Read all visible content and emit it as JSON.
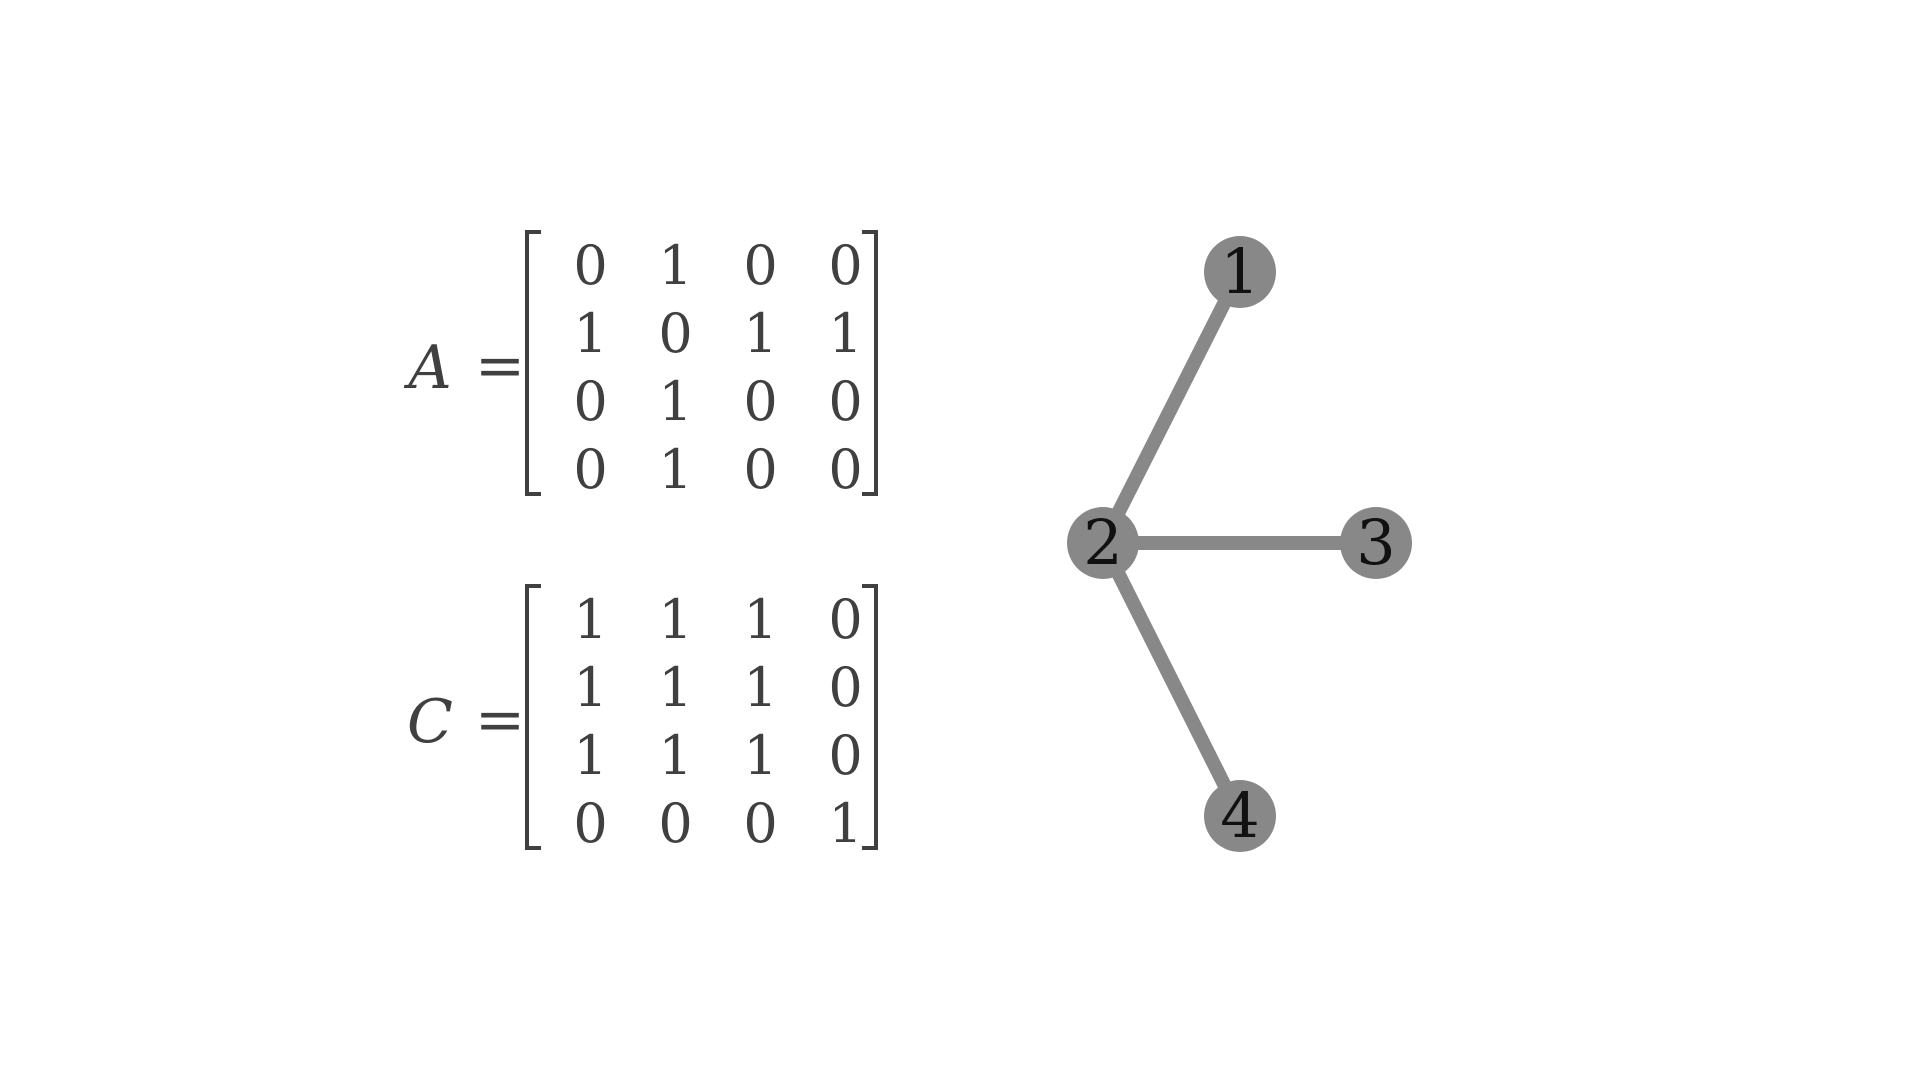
{
  "matrices": [
    {
      "name": "A",
      "equals": "=",
      "rows": [
        [
          "0",
          "1",
          "0",
          "0"
        ],
        [
          "1",
          "0",
          "1",
          "1"
        ],
        [
          "0",
          "1",
          "0",
          "0"
        ],
        [
          "0",
          "1",
          "0",
          "0"
        ]
      ]
    },
    {
      "name": "C",
      "equals": "=",
      "rows": [
        [
          "1",
          "1",
          "1",
          "0"
        ],
        [
          "1",
          "1",
          "1",
          "0"
        ],
        [
          "1",
          "1",
          "1",
          "0"
        ],
        [
          "0",
          "0",
          "0",
          "1"
        ]
      ]
    }
  ],
  "graph": {
    "nodes": [
      {
        "id": "1",
        "label": "1"
      },
      {
        "id": "2",
        "label": "2"
      },
      {
        "id": "3",
        "label": "3"
      },
      {
        "id": "4",
        "label": "4"
      }
    ],
    "edges": [
      {
        "from": "2",
        "to": "1"
      },
      {
        "from": "2",
        "to": "3"
      },
      {
        "from": "2",
        "to": "4"
      }
    ],
    "node_color": "#888888",
    "edge_color": "#888888",
    "label_color": "#111111"
  },
  "colors": {
    "text": "#404040",
    "background": "#ffffff"
  }
}
